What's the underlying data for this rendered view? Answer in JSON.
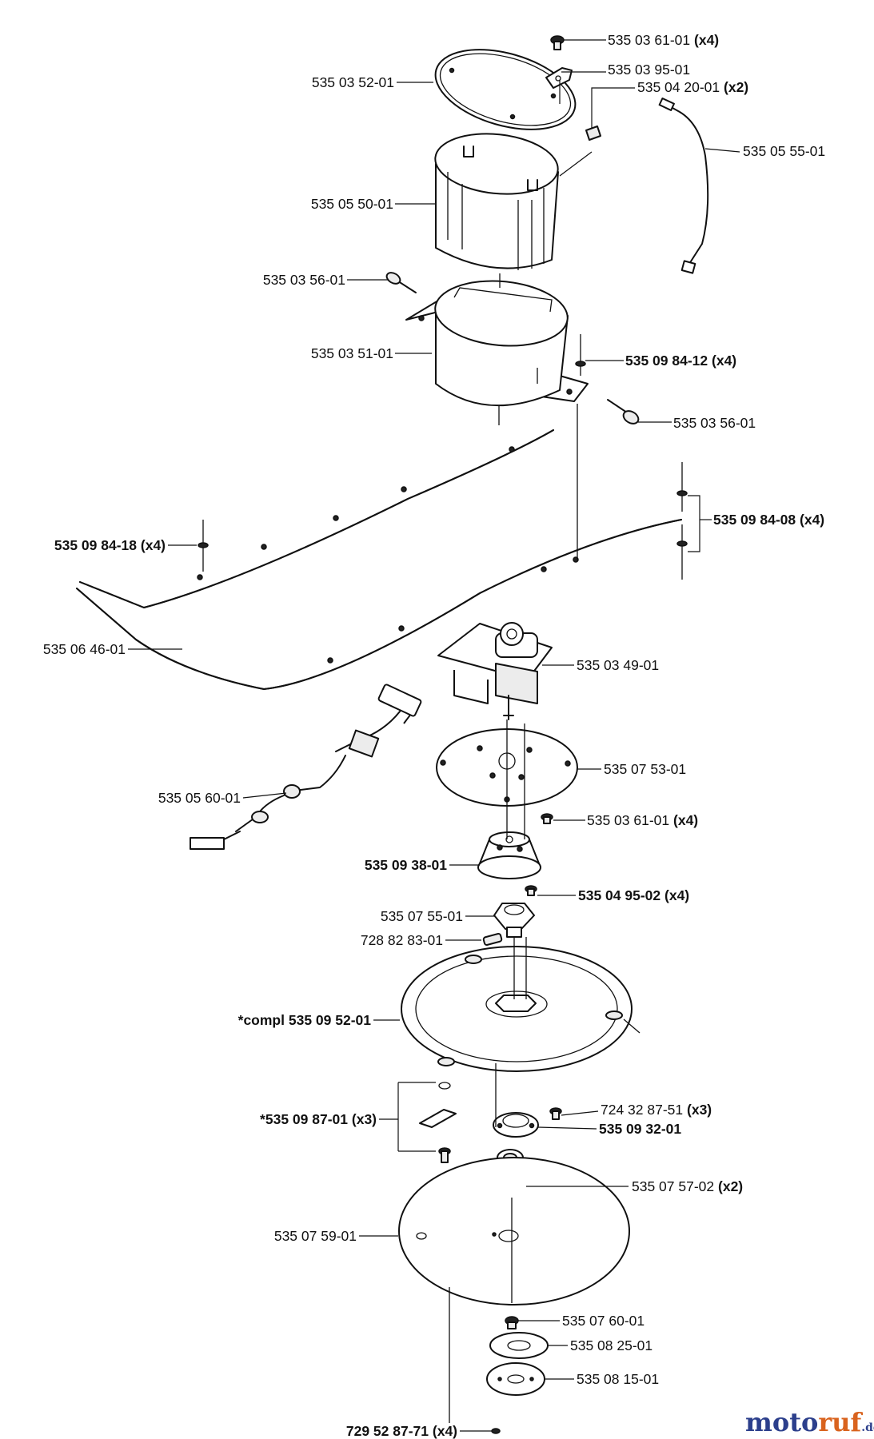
{
  "parts": [
    {
      "id": "lbl-01",
      "num": "535 03 61-01",
      "qty": "(x4)",
      "bold": false
    },
    {
      "id": "lbl-02",
      "num": "535 03 95-01",
      "qty": "",
      "bold": false
    },
    {
      "id": "lbl-03",
      "num": "535 03 52-01",
      "qty": "",
      "bold": false
    },
    {
      "id": "lbl-04",
      "num": "535 04 20-01",
      "qty": "(x2)",
      "bold": false
    },
    {
      "id": "lbl-05",
      "num": "535 05 55-01",
      "qty": "",
      "bold": false
    },
    {
      "id": "lbl-06",
      "num": "535 05 50-01",
      "qty": "",
      "bold": false
    },
    {
      "id": "lbl-07",
      "num": "535 03 56-01",
      "qty": "",
      "bold": false
    },
    {
      "id": "lbl-08",
      "num": "535 03 51-01",
      "qty": "",
      "bold": false
    },
    {
      "id": "lbl-09",
      "num": "535 09 84-12",
      "qty": "(x4)",
      "bold": true
    },
    {
      "id": "lbl-10",
      "num": "535 03 56-01",
      "qty": "",
      "bold": false
    },
    {
      "id": "lbl-11",
      "num": "535 09 84-08",
      "qty": "(x4)",
      "bold": true
    },
    {
      "id": "lbl-12",
      "num": "535 09 84-18",
      "qty": "(x4)",
      "bold": true
    },
    {
      "id": "lbl-13",
      "num": "535 06 46-01",
      "qty": "",
      "bold": false
    },
    {
      "id": "lbl-14",
      "num": "535 03 49-01",
      "qty": "",
      "bold": false
    },
    {
      "id": "lbl-15",
      "num": "535 07 53-01",
      "qty": "",
      "bold": false
    },
    {
      "id": "lbl-16",
      "num": "535 05 60-01",
      "qty": "",
      "bold": false
    },
    {
      "id": "lbl-17",
      "num": "535 03 61-01",
      "qty": "(x4)",
      "bold": false
    },
    {
      "id": "lbl-18",
      "num": "535 09 38-01",
      "qty": "",
      "bold": true
    },
    {
      "id": "lbl-19",
      "num": "535 04 95-02",
      "qty": "(x4)",
      "bold": true
    },
    {
      "id": "lbl-20",
      "num": "535 07 55-01",
      "qty": "",
      "bold": false
    },
    {
      "id": "lbl-21",
      "num": "728 82 83-01",
      "qty": "",
      "bold": false
    },
    {
      "id": "lbl-22",
      "num": "*compl 535 09 52-01",
      "qty": "",
      "bold": true
    },
    {
      "id": "lbl-23",
      "num": "724 32 87-51",
      "qty": "(x3)",
      "bold": false
    },
    {
      "id": "lbl-24",
      "num": "*535 09 87-01",
      "qty": "(x3)",
      "bold": true
    },
    {
      "id": "lbl-25",
      "num": "535 09 32-01",
      "qty": "",
      "bold": true
    },
    {
      "id": "lbl-26",
      "num": "535 07 57-02",
      "qty": "(x2)",
      "bold": false
    },
    {
      "id": "lbl-27",
      "num": "535 07 59-01",
      "qty": "",
      "bold": false
    },
    {
      "id": "lbl-28",
      "num": "535 07 60-01",
      "qty": "",
      "bold": false
    },
    {
      "id": "lbl-29",
      "num": "535 08 25-01",
      "qty": "",
      "bold": false
    },
    {
      "id": "lbl-30",
      "num": "535 08 15-01",
      "qty": "",
      "bold": false
    },
    {
      "id": "lbl-31",
      "num": "729 52 87-71",
      "qty": "(x4)",
      "bold": true
    }
  ],
  "watermark": {
    "part1": "moto",
    "part2": "ruf",
    "suffix": ".de"
  }
}
